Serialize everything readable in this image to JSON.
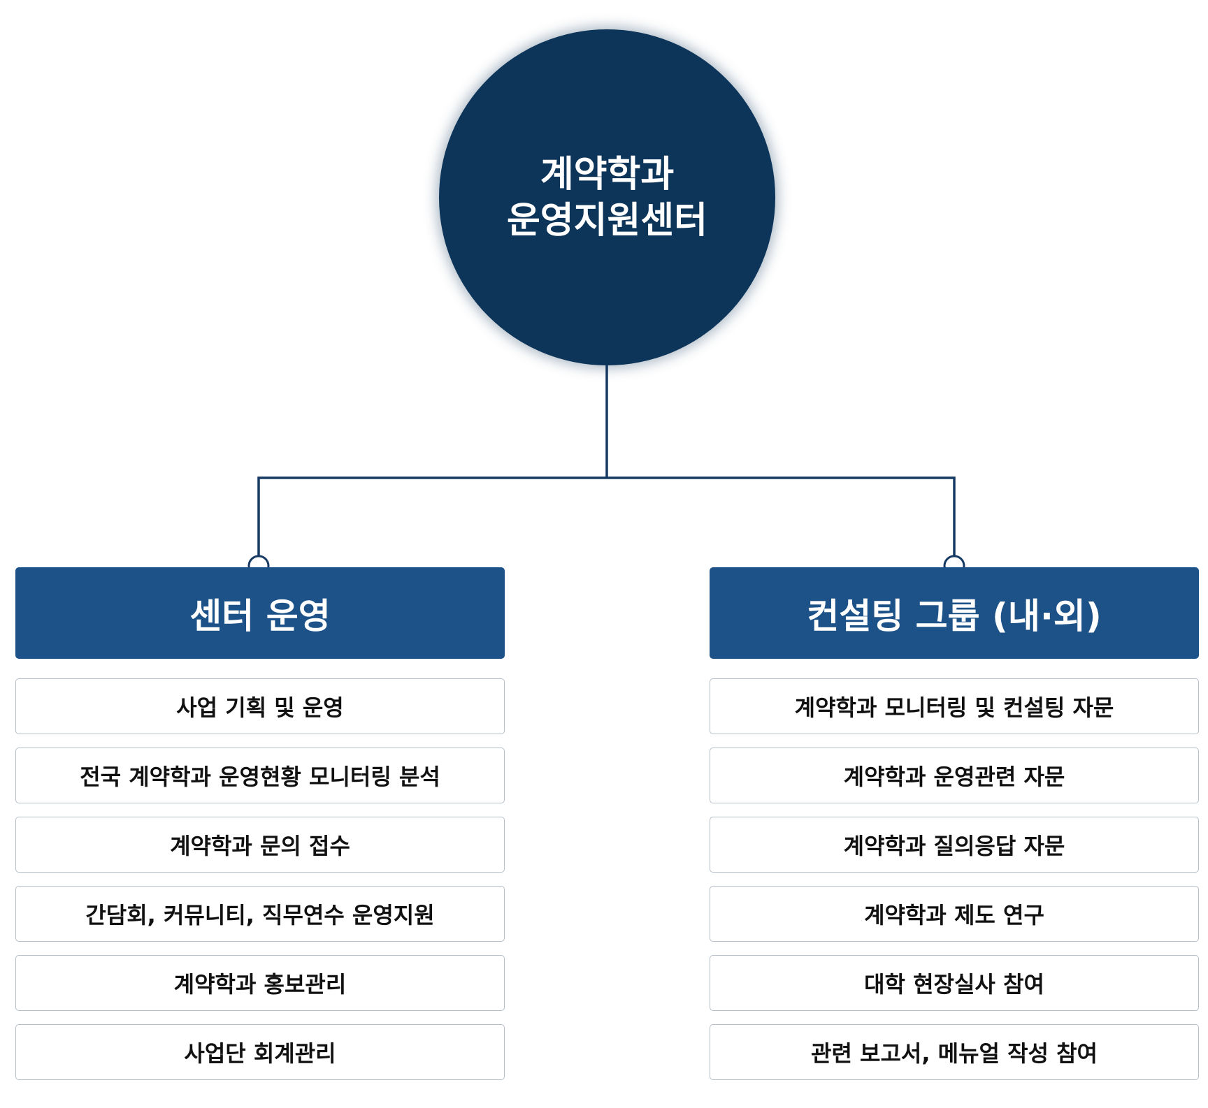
{
  "root": {
    "line1": "계약학과",
    "line2": "운영지원센터"
  },
  "groups": [
    {
      "title": "센터 운영",
      "items": [
        "사업 기획 및 운영",
        "전국 계약학과 운영현황 모니터링 분석",
        "계약학과 문의 접수",
        "간담회, 커뮤니티, 직무연수 운영지원",
        "계약학과 홍보관리",
        "사업단 회계관리"
      ]
    },
    {
      "title": "컨설팅 그룹 (내·외)",
      "items": [
        "계약학과 모니터링 및 컨설팅 자문",
        "계약학과 운영관련 자문",
        "계약학과 질의응답 자문",
        "계약학과 제도 연구",
        "대학 현장실사 참여",
        "관련 보고서, 메뉴얼 작성 참여"
      ]
    }
  ],
  "colors": {
    "root_fill": "#0d3459",
    "header_fill": "#1c5288",
    "connector": "#163a63",
    "item_border": "#b6bec8"
  }
}
